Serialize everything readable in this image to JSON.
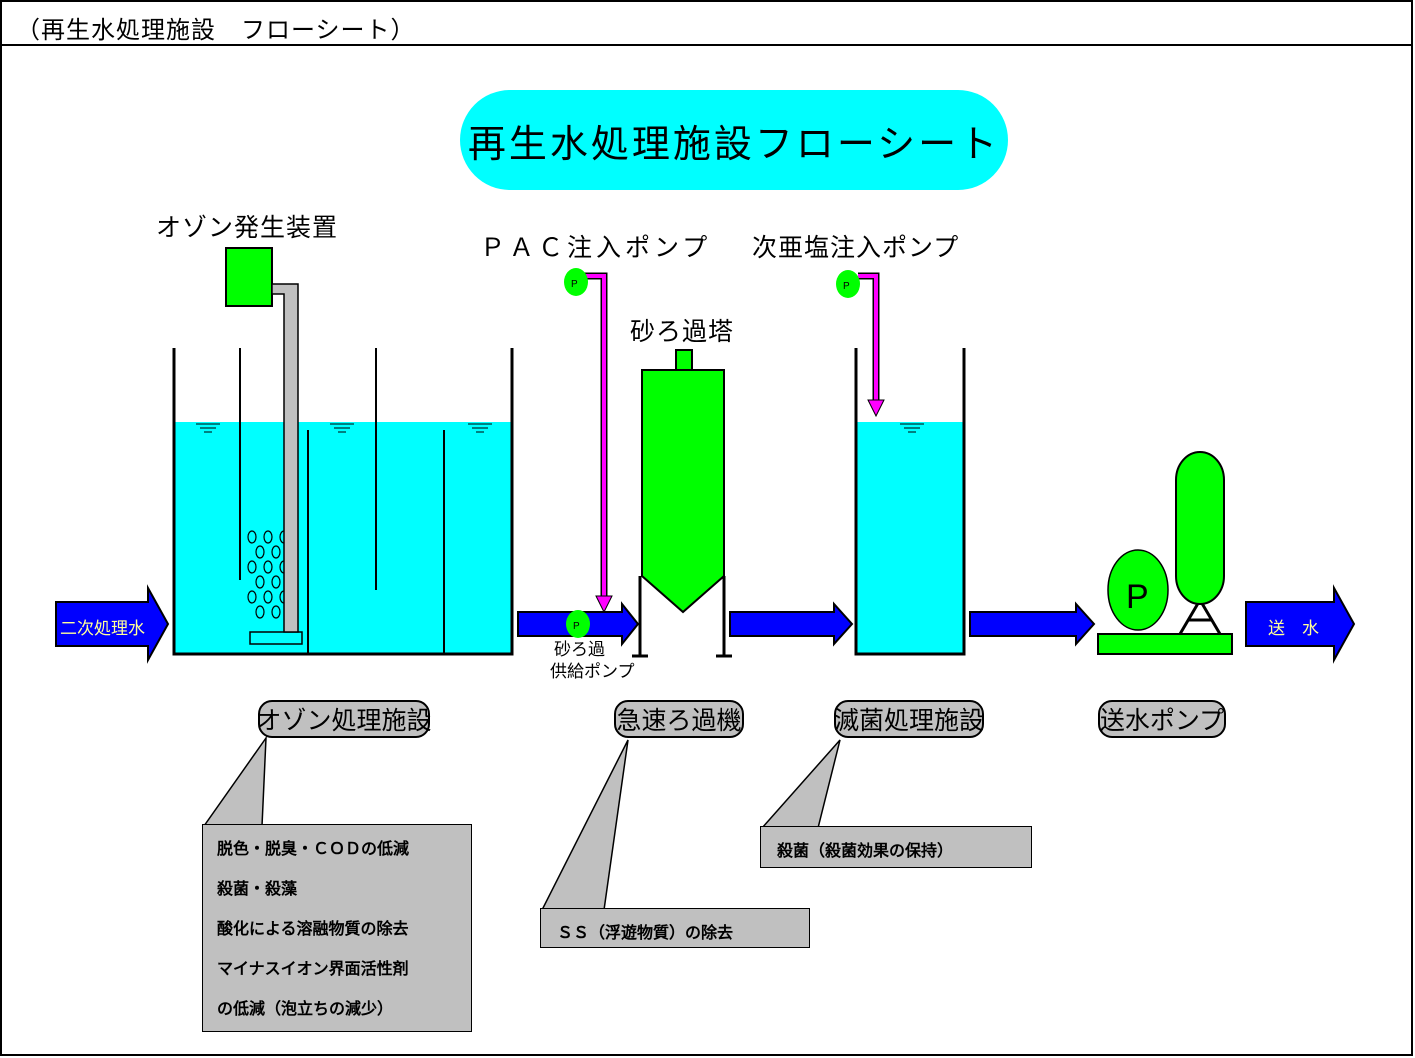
{
  "header": {
    "title": "（再生水処理施設　フローシート）"
  },
  "banner": {
    "title": "再生水処理施設フローシート"
  },
  "equipment": {
    "ozone_generator": "オゾン発生装置",
    "pac_pump": "ＰＡＣ注入ポンプ",
    "hypochlorite_pump": "次亜塩注入ポンプ",
    "sand_filter_tower": "砂ろ過塔",
    "sand_feed_pump": [
      "砂ろ過",
      "供給ポンプ"
    ],
    "pump_symbol": "P"
  },
  "flow": {
    "inlet": "二次処理水",
    "outlet": "送　水"
  },
  "stages": [
    {
      "label": "オゾン処理施設"
    },
    {
      "label": "急速ろ過機"
    },
    {
      "label": "滅菌処理施設"
    },
    {
      "label": "送水ポンプ"
    }
  ],
  "callouts": {
    "ozone": [
      "脱色・脱臭・ＣＯＤの低減",
      "殺菌・殺藻",
      "酸化による溶融物質の除去",
      "マイナスイオン界面活性剤",
      "の低減（泡立ちの減少）"
    ],
    "filter": [
      "ＳＳ（浮遊物質）の除去"
    ],
    "disinfection": [
      "殺菌（殺菌効果の保持）"
    ]
  },
  "colors": {
    "water": "#00ffff",
    "equipment": "#00ff00",
    "flow_arrow": "#0000ff",
    "chemical_line": "#ff00ff",
    "callout": "#c0c0c0"
  }
}
